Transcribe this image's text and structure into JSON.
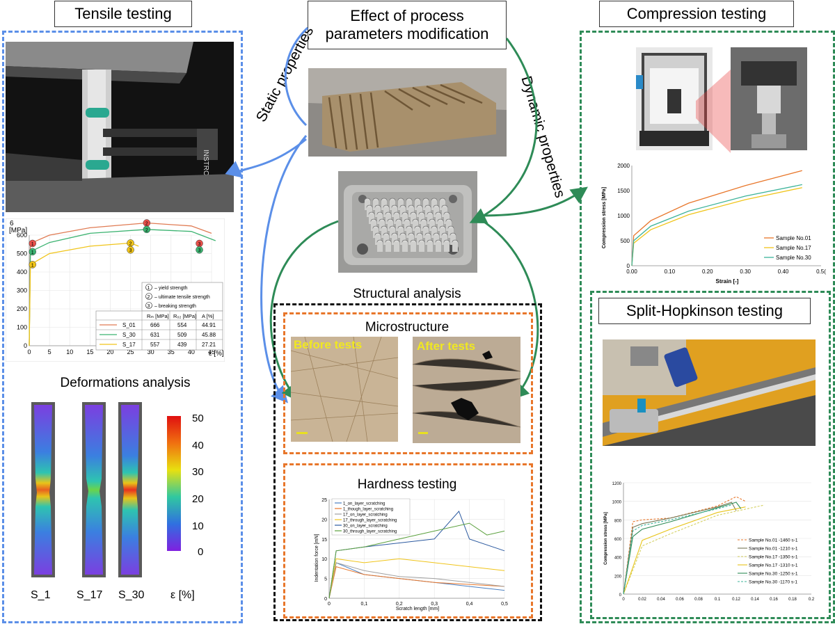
{
  "titles": {
    "tensile": "Tensile testing",
    "effect": "Effect of process parameters modification",
    "compression": "Compression testing",
    "structural": "Structural analysis",
    "microstructure": "Microstructure",
    "before": "Before tests",
    "after": "After tests",
    "hardness": "Hardness testing",
    "deformations": "Deformations analysis",
    "split": "Split-Hopkinson testing",
    "static": "Static properties",
    "dynamic": "Dynamic properties"
  },
  "tensile_legend": {
    "notes": [
      "– yield strength",
      "– ultimate tensile strength",
      "– breaking strength"
    ],
    "note_numbers": [
      "1",
      "2",
      "3"
    ],
    "headers": [
      "Rₘ [MPa]",
      "R₀₂ [MPa]",
      "A [%]"
    ],
    "rows": [
      {
        "name": "S_01",
        "rm": "666",
        "r02": "554",
        "a": "44.91",
        "color": "#e07b53"
      },
      {
        "name": "S_30",
        "rm": "631",
        "r02": "509",
        "a": "45.88",
        "color": "#3cb371"
      },
      {
        "name": "S_17",
        "rm": "557",
        "r02": "439",
        "a": "27.21",
        "color": "#f0c419"
      }
    ]
  },
  "deformation": {
    "samples": [
      "S_1",
      "S_17",
      "S_30"
    ],
    "scale_ticks": [
      "50",
      "40",
      "30",
      "20",
      "10",
      "0"
    ],
    "unit": "ε  [%]"
  },
  "chart_data": [
    {
      "type": "line",
      "title": "",
      "xlabel": "ε [%]",
      "ylabel": "[MPa]",
      "xlim": [
        0,
        45
      ],
      "ylim": [
        0,
        600
      ],
      "x_ticks": [
        "0",
        "5",
        "10",
        "15",
        "20",
        "25",
        "30",
        "35",
        "40",
        "45"
      ],
      "y_ticks": [
        "0",
        "100",
        "200",
        "300",
        "400",
        "500",
        "600"
      ],
      "y_top_label": "6",
      "series": [
        {
          "name": "S_01",
          "color": "#e07b53",
          "points": [
            [
              0,
              0
            ],
            [
              0.3,
              555
            ],
            [
              5,
              600
            ],
            [
              15,
              640
            ],
            [
              29,
              666
            ],
            [
              40,
              650
            ],
            [
              45,
              610
            ]
          ]
        },
        {
          "name": "S_30",
          "color": "#3cb371",
          "points": [
            [
              0,
              0
            ],
            [
              0.3,
              510
            ],
            [
              5,
              560
            ],
            [
              15,
              610
            ],
            [
              29,
              631
            ],
            [
              40,
              620
            ],
            [
              46,
              570
            ]
          ]
        },
        {
          "name": "S_17",
          "color": "#f0c419",
          "points": [
            [
              0,
              0
            ],
            [
              0.3,
              440
            ],
            [
              5,
              500
            ],
            [
              15,
              540
            ],
            [
              25,
              557
            ],
            [
              27,
              540
            ]
          ]
        }
      ]
    },
    {
      "type": "line",
      "title": "",
      "xlabel": "Strain [-]",
      "ylabel": "Compression stress [MPa]",
      "xlim": [
        0,
        0.5
      ],
      "ylim": [
        0,
        2000
      ],
      "x_ticks": [
        "0.00",
        "0.10",
        "0.20",
        "0.30",
        "0.40",
        "0.5("
      ],
      "y_ticks": [
        "0",
        "500",
        "1000",
        "1500",
        "2000"
      ],
      "series": [
        {
          "name": "Sample No.01",
          "color": "#e8762a",
          "points": [
            [
              0,
              0
            ],
            [
              0.005,
              600
            ],
            [
              0.05,
              900
            ],
            [
              0.15,
              1250
            ],
            [
              0.3,
              1600
            ],
            [
              0.45,
              1900
            ]
          ]
        },
        {
          "name": "Sample No.17",
          "color": "#f0c419",
          "points": [
            [
              0,
              0
            ],
            [
              0.005,
              450
            ],
            [
              0.05,
              720
            ],
            [
              0.15,
              1020
            ],
            [
              0.3,
              1320
            ],
            [
              0.45,
              1560
            ]
          ]
        },
        {
          "name": "Sample No.30",
          "color": "#3cb39a",
          "points": [
            [
              0,
              0
            ],
            [
              0.005,
              500
            ],
            [
              0.05,
              790
            ],
            [
              0.15,
              1090
            ],
            [
              0.3,
              1390
            ],
            [
              0.45,
              1620
            ]
          ]
        }
      ]
    },
    {
      "type": "line",
      "title": "",
      "xlabel": "Scratch length [mm]",
      "ylabel": "Indentation force [mN]",
      "xlim": [
        0,
        0.5
      ],
      "ylim": [
        0,
        25
      ],
      "x_ticks": [
        "0",
        "0,1",
        "0,2",
        "0,3",
        "0,4",
        "0,5"
      ],
      "y_ticks": [
        "0",
        "5",
        "10",
        "15",
        "20",
        "25"
      ],
      "series": [
        {
          "name": "1_on_layer_scratching",
          "color": "#4a7fc1",
          "points": [
            [
              0,
              0
            ],
            [
              0.02,
              9
            ],
            [
              0.1,
              6
            ],
            [
              0.2,
              5
            ],
            [
              0.3,
              4
            ],
            [
              0.4,
              3
            ],
            [
              0.5,
              2
            ]
          ]
        },
        {
          "name": "1_though_layer_scratching",
          "color": "#e8762a",
          "points": [
            [
              0,
              0
            ],
            [
              0.02,
              8
            ],
            [
              0.1,
              6
            ],
            [
              0.2,
              5
            ],
            [
              0.3,
              4
            ],
            [
              0.4,
              3.5
            ],
            [
              0.5,
              3
            ]
          ]
        },
        {
          "name": "17_on_layer_scratching",
          "color": "#a0a0a0",
          "points": [
            [
              0,
              0
            ],
            [
              0.02,
              9
            ],
            [
              0.1,
              7
            ],
            [
              0.2,
              5.5
            ],
            [
              0.3,
              5
            ],
            [
              0.4,
              4
            ],
            [
              0.5,
              3
            ]
          ]
        },
        {
          "name": "17_through_layer_scratching",
          "color": "#f0c419",
          "points": [
            [
              0,
              0
            ],
            [
              0.02,
              10
            ],
            [
              0.1,
              9
            ],
            [
              0.2,
              10
            ],
            [
              0.3,
              9
            ],
            [
              0.4,
              8
            ],
            [
              0.5,
              7
            ]
          ]
        },
        {
          "name": "30_on_layer_scratching",
          "color": "#2c5aa0",
          "points": [
            [
              0,
              0
            ],
            [
              0.02,
              12
            ],
            [
              0.1,
              13
            ],
            [
              0.2,
              14
            ],
            [
              0.3,
              15
            ],
            [
              0.37,
              22
            ],
            [
              0.4,
              15
            ],
            [
              0.5,
              12
            ]
          ]
        },
        {
          "name": "30_through_layer_scratching",
          "color": "#5aa03c",
          "points": [
            [
              0,
              0
            ],
            [
              0.02,
              12
            ],
            [
              0.1,
              13
            ],
            [
              0.2,
              15
            ],
            [
              0.3,
              17
            ],
            [
              0.4,
              19
            ],
            [
              0.45,
              16
            ],
            [
              0.5,
              17
            ]
          ]
        }
      ]
    },
    {
      "type": "line",
      "title": "",
      "xlabel": "",
      "ylabel": "Compression stress [MPa]",
      "xlim": [
        0,
        0.2
      ],
      "ylim": [
        0,
        1200
      ],
      "x_ticks": [
        "0",
        "0.02",
        "0.04",
        "0.06",
        "0.08",
        "0.1",
        "0.12",
        "0.14",
        "0.16",
        "0.18",
        "0.2"
      ],
      "y_ticks": [
        "0",
        "200",
        "400",
        "600",
        "800",
        "1000",
        "1200"
      ],
      "series": [
        {
          "name": "Sample No.01 -1460 s-1",
          "color": "#e8762a",
          "dashed": true,
          "points": [
            [
              0,
              0
            ],
            [
              0.01,
              780
            ],
            [
              0.02,
              800
            ],
            [
              0.05,
              820
            ],
            [
              0.1,
              950
            ],
            [
              0.12,
              1050
            ],
            [
              0.13,
              1000
            ]
          ]
        },
        {
          "name": "Sample No.01 -1210 s-1",
          "color": "#777755",
          "dashed": false,
          "points": [
            [
              0,
              0
            ],
            [
              0.01,
              720
            ],
            [
              0.02,
              760
            ],
            [
              0.05,
              820
            ],
            [
              0.1,
              940
            ],
            [
              0.115,
              990
            ],
            [
              0.12,
              900
            ]
          ]
        },
        {
          "name": "Sample No.17 -1350 s-1",
          "color": "#d4d060",
          "dashed": true,
          "points": [
            [
              0,
              0
            ],
            [
              0.02,
              520
            ],
            [
              0.05,
              650
            ],
            [
              0.1,
              850
            ],
            [
              0.15,
              960
            ]
          ]
        },
        {
          "name": "Sample No.17 -1310 s-1",
          "color": "#e8c419",
          "dashed": false,
          "points": [
            [
              0,
              0
            ],
            [
              0.02,
              580
            ],
            [
              0.05,
              700
            ],
            [
              0.1,
              880
            ],
            [
              0.13,
              940
            ]
          ]
        },
        {
          "name": "Sample No.30 -1250 s-1",
          "color": "#2e8b57",
          "dashed": false,
          "points": [
            [
              0,
              0
            ],
            [
              0.01,
              620
            ],
            [
              0.02,
              700
            ],
            [
              0.05,
              780
            ],
            [
              0.1,
              930
            ],
            [
              0.12,
              990
            ],
            [
              0.125,
              920
            ]
          ]
        },
        {
          "name": "Sample No.30 -1170 s-1",
          "color": "#3cb39a",
          "dashed": true,
          "points": [
            [
              0,
              0
            ],
            [
              0.01,
              680
            ],
            [
              0.02,
              740
            ],
            [
              0.05,
              800
            ],
            [
              0.1,
              920
            ],
            [
              0.115,
              960
            ]
          ]
        }
      ]
    }
  ]
}
